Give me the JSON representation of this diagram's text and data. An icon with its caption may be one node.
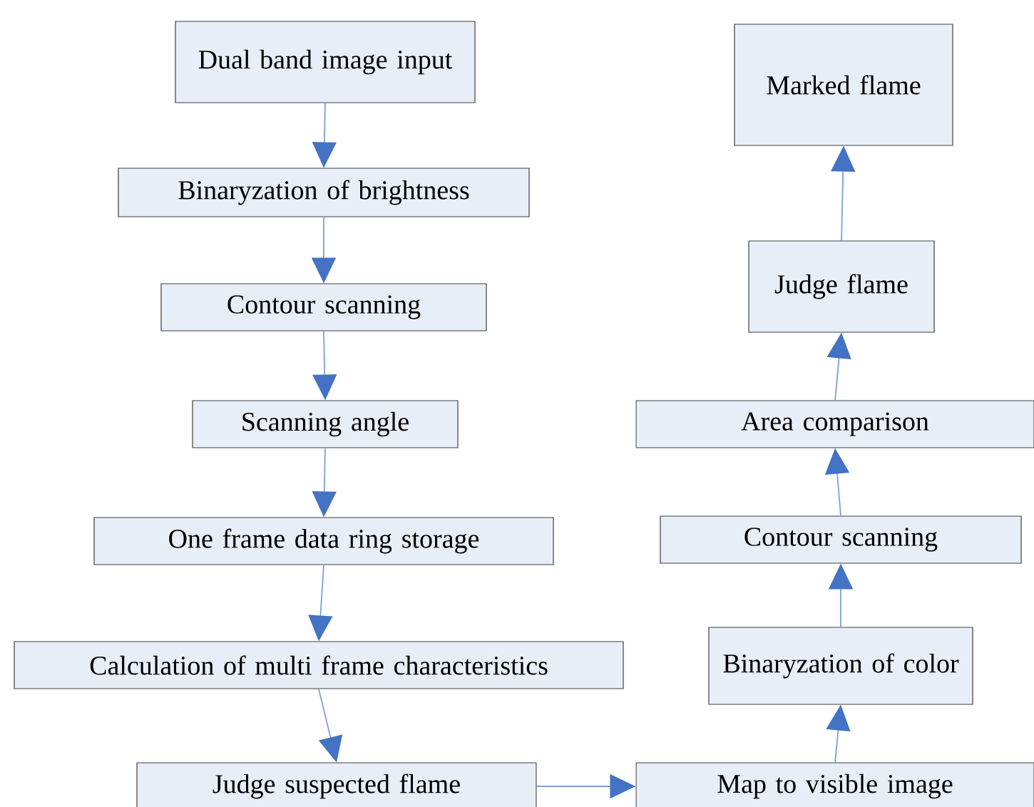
{
  "diagram": {
    "nodes": [
      {
        "text": [
          "Dual band image input"
        ]
      },
      {
        "text": [
          "Binaryzation of brightness"
        ]
      },
      {
        "text": [
          "Contour scanning"
        ]
      },
      {
        "text": [
          "Scanning angle"
        ]
      },
      {
        "text": [
          "One frame data ring storage"
        ]
      },
      {
        "text": [
          "Calculation of multi frame  characteristics"
        ]
      },
      {
        "text": [
          "Judge suspected flame"
        ]
      },
      {
        "text": [
          "Map to visible image"
        ]
      },
      {
        "text": [
          "Binaryzation of color"
        ]
      },
      {
        "text": [
          "Contour scanning"
        ]
      },
      {
        "text": [
          "Area comparison"
        ]
      },
      {
        "text": [
          "Judge flame"
        ]
      },
      {
        "text": [
          "Marked flame"
        ]
      }
    ],
    "edges": [
      {
        "from": 0,
        "to": 1,
        "arrow": "to"
      },
      {
        "from": 1,
        "to": 2,
        "arrow": "to"
      },
      {
        "from": 2,
        "to": 3,
        "arrow": "to"
      },
      {
        "from": 3,
        "to": 4,
        "arrow": "to"
      },
      {
        "from": 4,
        "to": 5,
        "arrow": "to"
      },
      {
        "from": 5,
        "to": 6,
        "arrow": "to"
      },
      {
        "from": 6,
        "to": 7,
        "arrow": "to"
      },
      {
        "from": 7,
        "to": 8,
        "arrow": "to"
      },
      {
        "from": 8,
        "to": 9,
        "arrow": "to"
      },
      {
        "from": 9,
        "to": 10,
        "arrow": "to"
      },
      {
        "from": 10,
        "to": 11,
        "arrow": "to"
      },
      {
        "from": 11,
        "to": 12,
        "arrow": "to"
      }
    ]
  }
}
